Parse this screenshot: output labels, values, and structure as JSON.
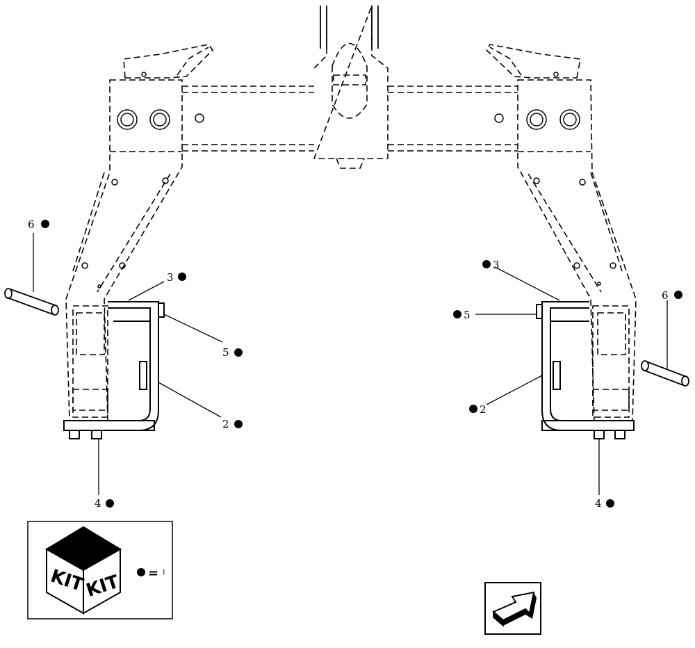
{
  "callouts": {
    "left_6": "6",
    "left_3": "3",
    "left_5": "5",
    "left_2": "2",
    "left_4": "4",
    "right_3": "3",
    "right_5": "5",
    "right_2": "2",
    "right_6": "6",
    "right_4": "4"
  },
  "legend": {
    "kit_label_left": "KIT",
    "kit_label_right": "KIT",
    "equals": "=",
    "kit_ref": "1"
  },
  "icons": {
    "bullet": "filled-circle-icon",
    "kit_box": "kit-box-icon",
    "direction": "arrow-icon"
  },
  "colors": {
    "line": "#000000",
    "background": "#ffffff"
  }
}
